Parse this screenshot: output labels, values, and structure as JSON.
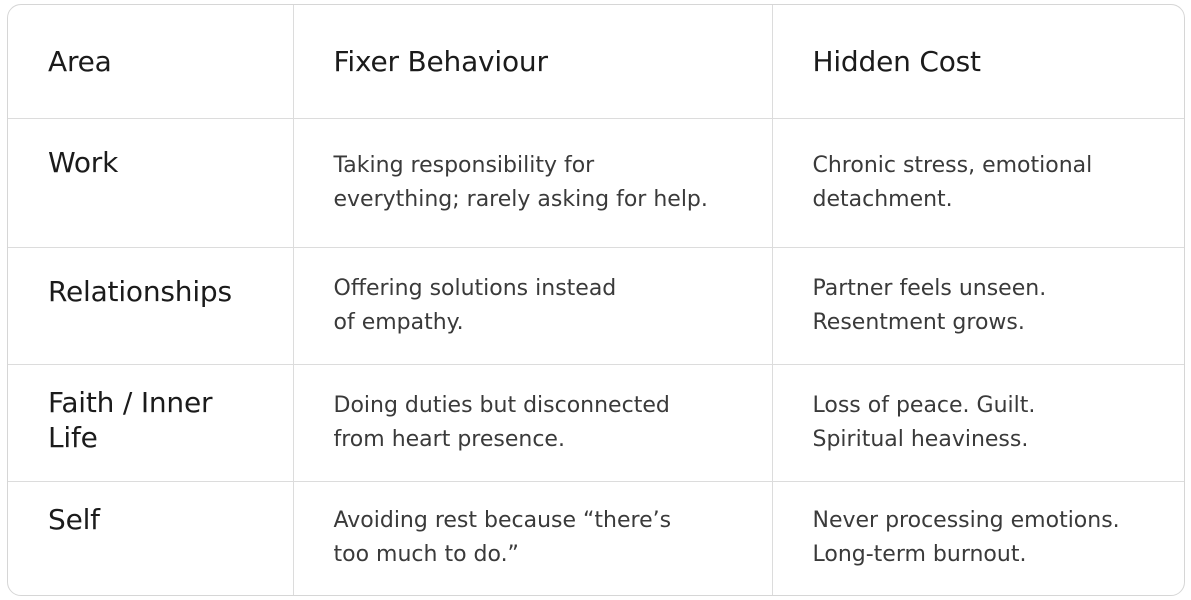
{
  "table": {
    "headers": {
      "area": "Area",
      "fixer": "Fixer Behaviour",
      "cost": "Hidden Cost"
    },
    "rows": [
      {
        "area": [
          "Work"
        ],
        "fixer": [
          "Taking responsibility for",
          "everything; rarely asking for help."
        ],
        "cost": [
          "Chronic stress, emotional",
          "detachment."
        ]
      },
      {
        "area": [
          "Relationships"
        ],
        "fixer": [
          "Offering solutions instead",
          "of empathy."
        ],
        "cost": [
          "Partner feels unseen.",
          "Resentment grows."
        ]
      },
      {
        "area": [
          "Faith / Inner",
          "Life"
        ],
        "fixer": [
          "Doing duties but disconnected",
          "from heart presence."
        ],
        "cost": [
          "Loss of peace. Guilt.",
          "Spiritual heaviness."
        ]
      },
      {
        "area": [
          "Self"
        ],
        "fixer": [
          "Avoiding rest because “there’s",
          "too much to do.”"
        ],
        "cost": [
          "Never processing emotions.",
          "Long-term burnout."
        ]
      }
    ]
  }
}
